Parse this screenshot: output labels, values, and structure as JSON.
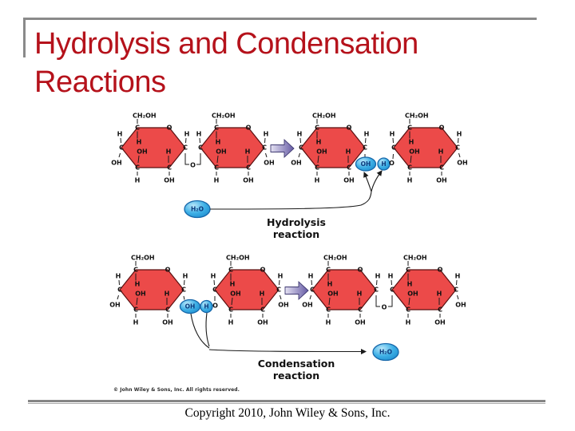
{
  "slide": {
    "title_lines": [
      "Hydrolysis and Condensation",
      "Reactions"
    ],
    "footer_text": "Copyright 2010, John Wiley & Sons, Inc.",
    "credit_text": "© John Wiley & Sons, Inc. All rights reserved."
  },
  "figure": {
    "reaction_labels": {
      "hydrolysis_line1": "Hydrolysis",
      "hydrolysis_line2": "reaction",
      "condensation_line1": "Condensation",
      "condensation_line2": "reaction"
    },
    "water_label": "H₂O",
    "atom_labels": {
      "carbon": "C",
      "ring_oxygen": "O",
      "hydrogen": "H",
      "hydroxyl": "OH",
      "side_chain": "CH₂OH"
    },
    "bridge_oxygen": "O",
    "highlight": {
      "oh": "OH",
      "h": "H",
      "o": "O"
    },
    "molecules": [
      {
        "id": "glucose-1",
        "row": "hydrolysis-reactants",
        "left": "free-oh",
        "right": "glycosidic-bridge"
      },
      {
        "id": "glucose-2",
        "row": "hydrolysis-reactants",
        "left": "glycosidic-bridge",
        "right": "free-oh"
      },
      {
        "id": "glucose-3",
        "row": "hydrolysis-products",
        "left": "free-oh",
        "right": "highlight-hydroxyl"
      },
      {
        "id": "glucose-4",
        "row": "hydrolysis-products",
        "left": "highlight-h-on-oxygen",
        "right": "free-oh"
      },
      {
        "id": "glucose-5",
        "row": "condensation-reactants",
        "left": "free-oh",
        "right": "highlight-hydroxyl"
      },
      {
        "id": "glucose-6",
        "row": "condensation-reactants",
        "left": "highlight-h-on-oxygen",
        "right": "free-oh"
      },
      {
        "id": "glucose-7",
        "row": "condensation-products",
        "left": "free-oh",
        "right": "glycosidic-bridge"
      },
      {
        "id": "glucose-8",
        "row": "condensation-products",
        "left": "glycosidic-bridge",
        "right": "free-oh"
      }
    ],
    "colors": {
      "title_red": "#b5121b",
      "ring_fill": "#ec4a49",
      "ring_stroke": "#5a1011",
      "water_fill": "#3fb0e6",
      "water_fill_light": "#b9e7fa",
      "water_fill_dark": "#1f8fd0",
      "water_stroke": "#1566a9",
      "water_text": "#0e3c7e",
      "arrow_start": "#e4e1f2",
      "arrow_end": "#655aa4",
      "arrow_stroke": "#3f3a72",
      "rule_gray": "#8a8a8a",
      "bond_black": "#1a1a1a"
    }
  }
}
